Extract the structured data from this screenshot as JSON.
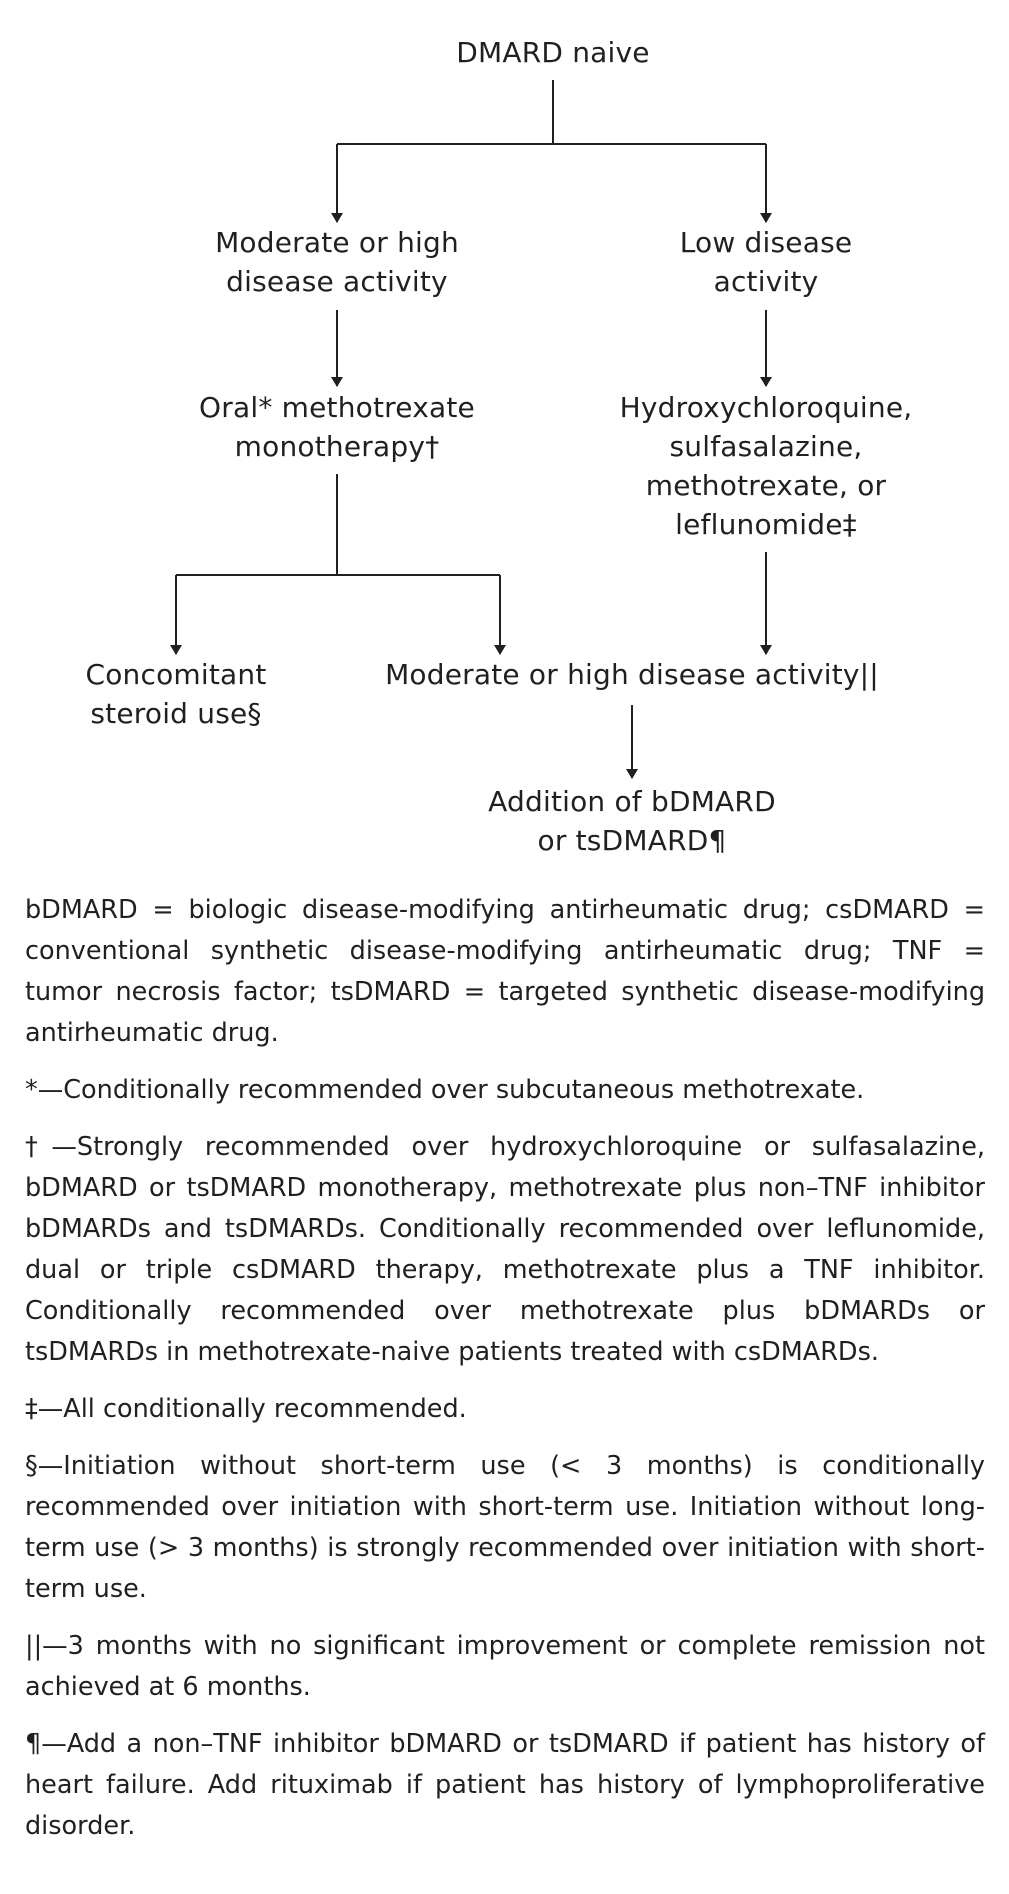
{
  "flowchart": {
    "root": "DMARD naive",
    "left_branch": [
      "Moderate or high",
      "disease activity"
    ],
    "right_branch": [
      "Low disease",
      "activity"
    ],
    "left_treatment": [
      "Oral* methotrexate",
      "monotherapy†"
    ],
    "right_treatment": [
      "Hydroxychloroquine,",
      "sulfasalazine,",
      "methotrexate, or",
      "leflunomide‡"
    ],
    "steroid": [
      "Concomitant",
      "steroid use§"
    ],
    "persistent_activity": "Moderate or high disease activity||",
    "addition": [
      "Addition of bDMARD",
      "or tsDMARD¶"
    ]
  },
  "notes": {
    "abbreviations": "bDMARD = biologic disease-modifying antirheumatic drug; csD­MARD = conventional synthetic disease-modifying antirheumatic drug; TNF = tumor necrosis factor; tsDMARD = targeted synthetic disease-modifying antirheumatic drug.",
    "asterisk": "*—Conditionally recommended over subcutaneous methotrexate.",
    "dagger": "†—Strongly recommended over hydroxychloroquine or sulfasal­azine, bDMARD or tsDMARD monotherapy, methotrexate plus non–TNF inhibitor bDMARDs and tsDMARDs. Conditionally recom­mended over leflunomide, dual or triple csDMARD therapy, meth­otrexate plus a TNF inhibitor. Conditionally recommended over methotrexate plus bDMARDs or tsDMARDs in methotrexate-naive patients treated with csDMARDs.",
    "double_dagger": "‡—All conditionally recommended.",
    "section": "§—Initiation without short-term use (< 3 months) is conditionally recommended over initiation with short-term use. Initiation without long-term use (> 3 months) is strongly recommended over initiation with short-term use.",
    "parallel": "||—3 months with no significant improvement or complete remission not achieved at 6 months.",
    "pilcrow": "¶—Add a non–TNF inhibitor bDMARD or tsDMARD if patient has history of heart failure. Add rituximab if patient has history of lymphoproliferative disorder."
  },
  "colors": {
    "text": "#231f20",
    "lines": "#231f20",
    "background": "#ffffff"
  }
}
